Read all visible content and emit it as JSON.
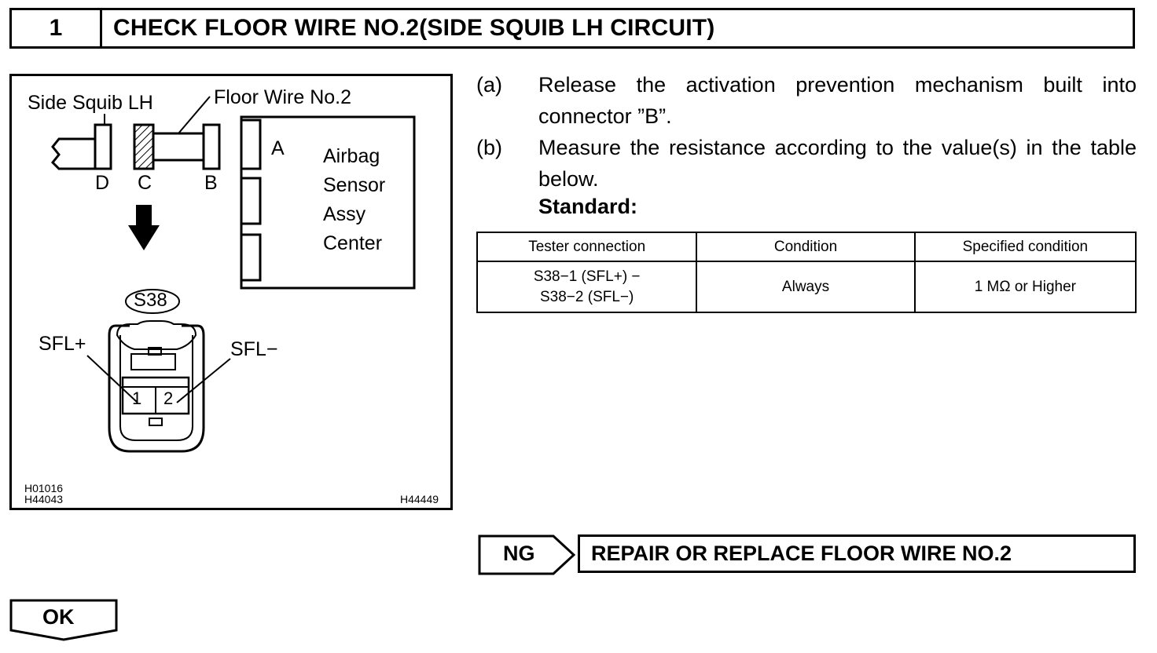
{
  "header": {
    "step_number": "1",
    "title": "CHECK FLOOR WIRE NO.2(SIDE SQUIB LH CIRCUIT)"
  },
  "figure": {
    "side_squib_label": "Side Squib LH",
    "floor_wire_label": "Floor Wire No.2",
    "connector_d": "D",
    "connector_c": "C",
    "connector_b": "B",
    "connector_a": "A",
    "airbag_line1": "Airbag",
    "airbag_line2": "Sensor",
    "airbag_line3": "Assy",
    "airbag_line4": "Center",
    "connector_code": "S38",
    "pin_sfl_plus_label": "SFL+",
    "pin_sfl_minus_label": "SFL−",
    "pin1": "1",
    "pin2": "2",
    "ref_code_1": "H01016",
    "ref_code_2": "H44043",
    "ref_code_3": "H44449"
  },
  "steps": [
    {
      "letter": "(a)",
      "text": "Release the activation prevention mechanism built into connector ”B”."
    },
    {
      "letter": "(b)",
      "text": "Measure the resistance according to the value(s) in the table below."
    }
  ],
  "standard_label": "Standard:",
  "table": {
    "headers": [
      "Tester connection",
      "Condition",
      "Specified condition"
    ],
    "row": {
      "tester_line1": "S38−1 (SFL+) −",
      "tester_line2": "S38−2 (SFL−)",
      "condition": "Always",
      "specified": "1 MΩ or Higher"
    }
  },
  "results": {
    "ng_label": "NG",
    "ng_action": "REPAIR OR REPLACE FLOOR WIRE NO.2",
    "ok_label": "OK"
  }
}
